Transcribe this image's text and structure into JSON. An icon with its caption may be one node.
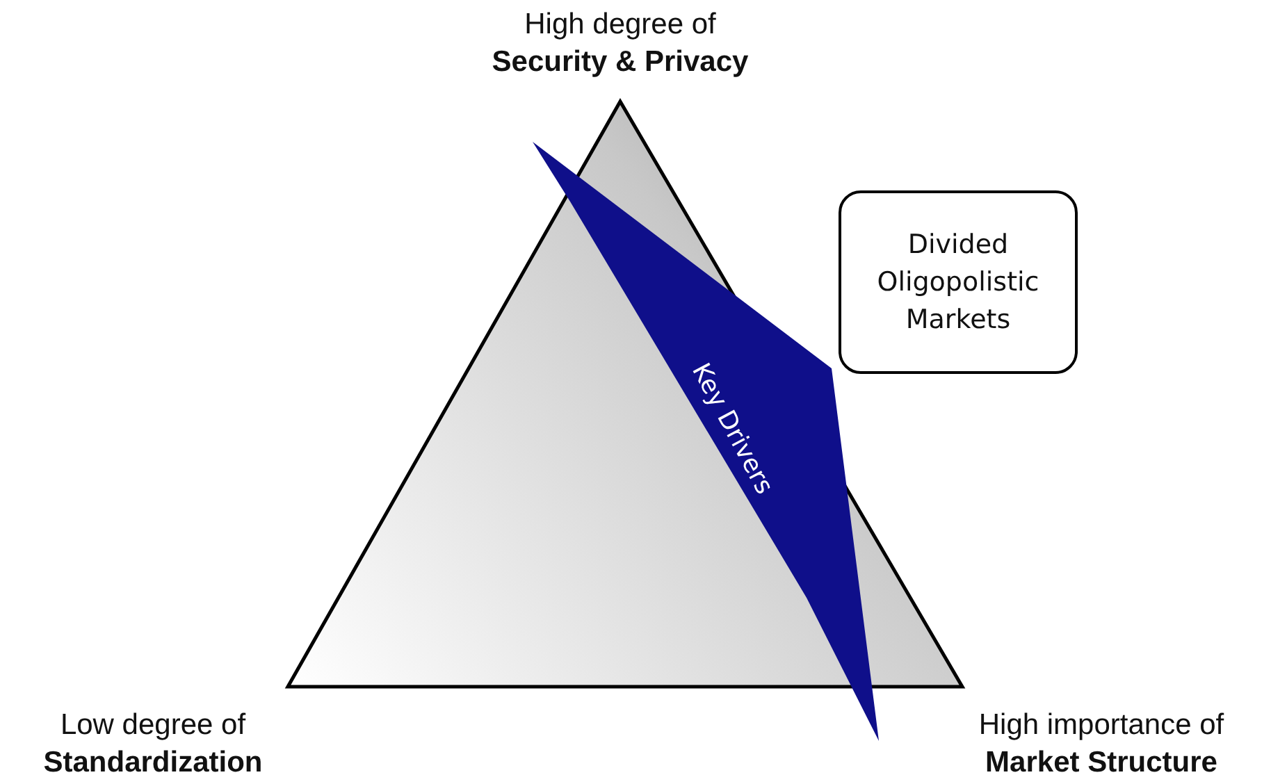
{
  "diagram": {
    "nodes": [
      {
        "text": [
          "Key Drivers"
        ]
      },
      {
        "text": [
          "Divided Oligopolistic Markets"
        ]
      }
    ],
    "labels": [
      "High degree of **Security & Privacy**",
      "Low degree of **Standardization**",
      "High importance of **Market Structure**"
    ]
  }
}
